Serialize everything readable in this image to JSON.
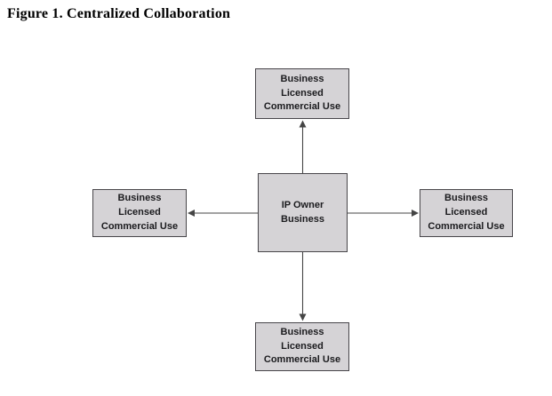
{
  "figure": {
    "title": "Figure 1. Centralized Collaboration"
  },
  "diagram": {
    "type": "centralized-hub-spoke",
    "nodes": {
      "center": {
        "label": "IP Owner\nBusiness"
      },
      "top": {
        "label": "Business\nLicensed\nCommercial Use"
      },
      "left": {
        "label": "Business\nLicensed\nCommercial Use"
      },
      "right": {
        "label": "Business\nLicensed\nCommercial Use"
      },
      "bottom": {
        "label": "Business\nLicensed\nCommercial Use"
      }
    },
    "edges": [
      {
        "from": "center",
        "to": "top"
      },
      {
        "from": "center",
        "to": "left"
      },
      {
        "from": "center",
        "to": "right"
      },
      {
        "from": "center",
        "to": "bottom"
      }
    ]
  },
  "colors": {
    "box_fill": "#d5d3d6",
    "box_border": "#48464a",
    "arrow": "#454545",
    "node_text": "#1b1b1e",
    "title_text": "#000000",
    "background": "#ffffff"
  }
}
